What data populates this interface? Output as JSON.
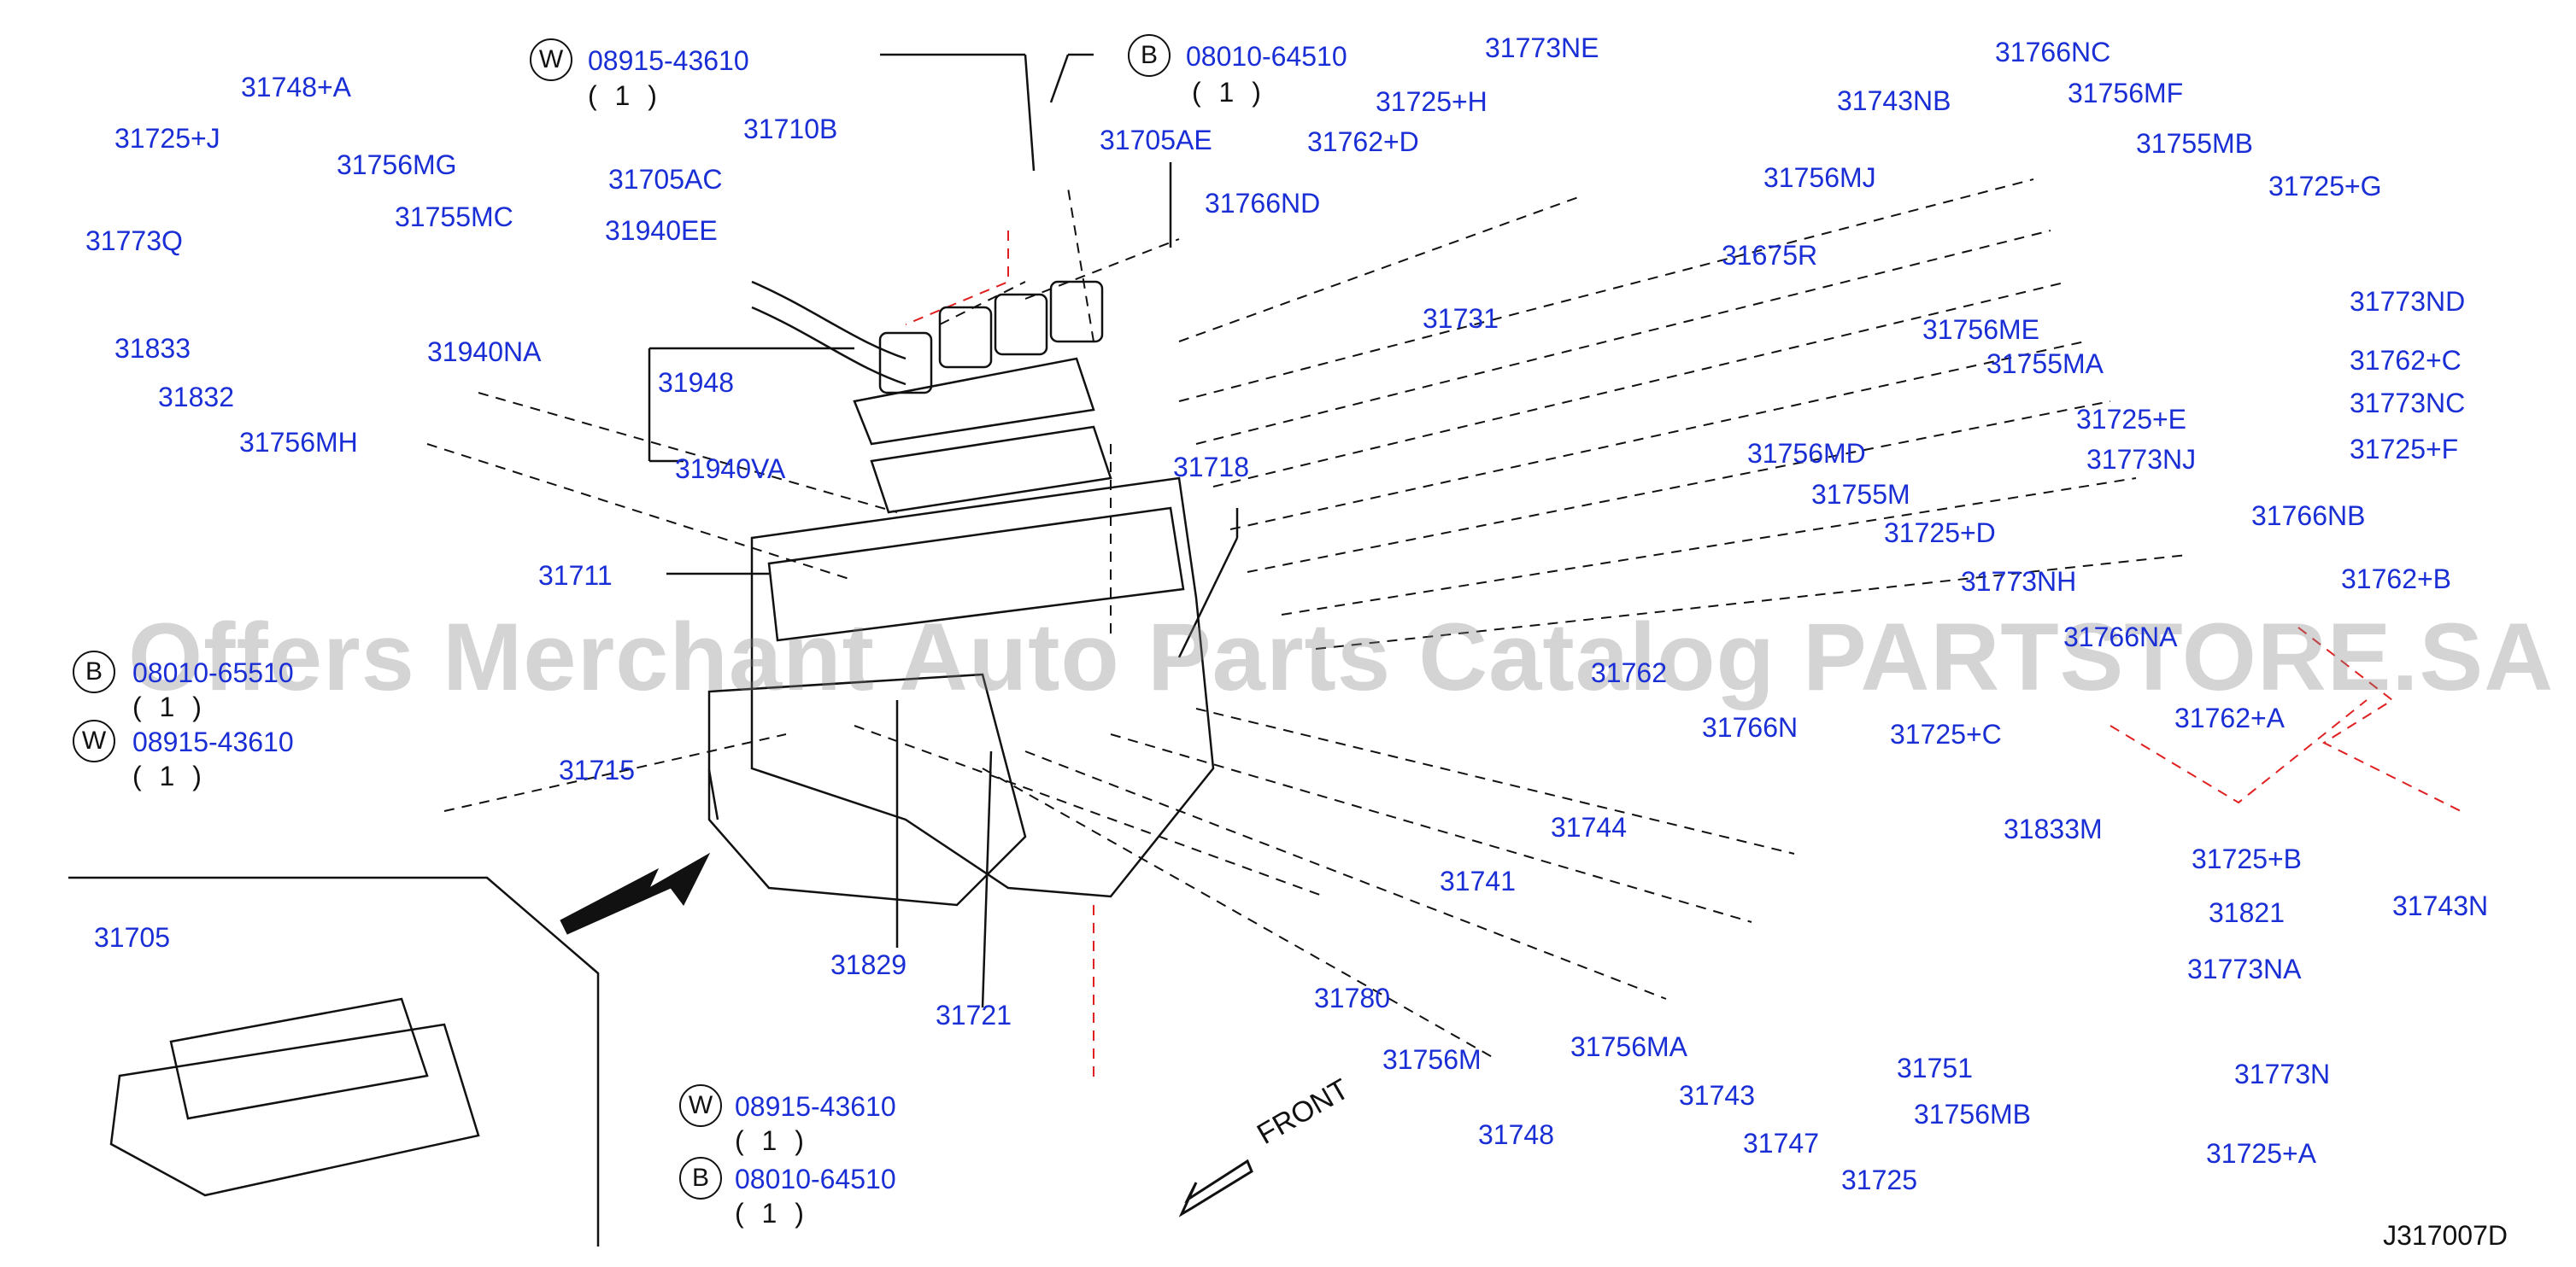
{
  "diagram": {
    "id": "J317007D",
    "watermark": "Offers Merchant Auto Parts Catalog PARTSTORE.SA",
    "front_label": "FRONT",
    "colors": {
      "label": "#1a2ed6",
      "line": "#111111",
      "red_dash": "#e02020",
      "watermark": "#9a9a9a"
    }
  },
  "callouts": [
    {
      "code": "W",
      "part": "08915-43610",
      "qty": "( 1 )"
    },
    {
      "code": "B",
      "part": "08010-64510",
      "qty": "( 1 )"
    },
    {
      "code": "B",
      "part": "08010-65510",
      "qty": "( 1 )"
    },
    {
      "code": "W",
      "part": "08915-43610",
      "qty": "( 1 )"
    },
    {
      "code": "W",
      "part": "08915-43610",
      "qty": "( 1 )"
    },
    {
      "code": "B",
      "part": "08010-64510",
      "qty": "( 1 )"
    }
  ],
  "parts": [
    "31748+A",
    "31725+J",
    "31756MG",
    "31773Q",
    "31755MC",
    "31833",
    "31940NA",
    "31832",
    "31756MH",
    "31710B",
    "31705AC",
    "31940EE",
    "31948",
    "31940VA",
    "31711",
    "31715",
    "31705",
    "31829",
    "31721",
    "31705AE",
    "31766ND",
    "31725+H",
    "31762+D",
    "31773NE",
    "31743NB",
    "31756MJ",
    "31675R",
    "31731",
    "31718",
    "31766NC",
    "31756MF",
    "31755MB",
    "31725+G",
    "31773ND",
    "31762+C",
    "31773NC",
    "31725+F",
    "31756ME",
    "31755MA",
    "31725+E",
    "31773NJ",
    "31756MD",
    "31755M",
    "31725+D",
    "31773NH",
    "31766NB",
    "31762+B",
    "31762",
    "31766NA",
    "31766N",
    "31725+C",
    "31762+A",
    "31833M",
    "31725+B",
    "31821",
    "31743N",
    "31773NA",
    "31773N",
    "31725+A",
    "31741",
    "31744",
    "31780",
    "31756M",
    "31756MA",
    "31748",
    "31743",
    "31747",
    "31725",
    "31751",
    "31756MB"
  ]
}
